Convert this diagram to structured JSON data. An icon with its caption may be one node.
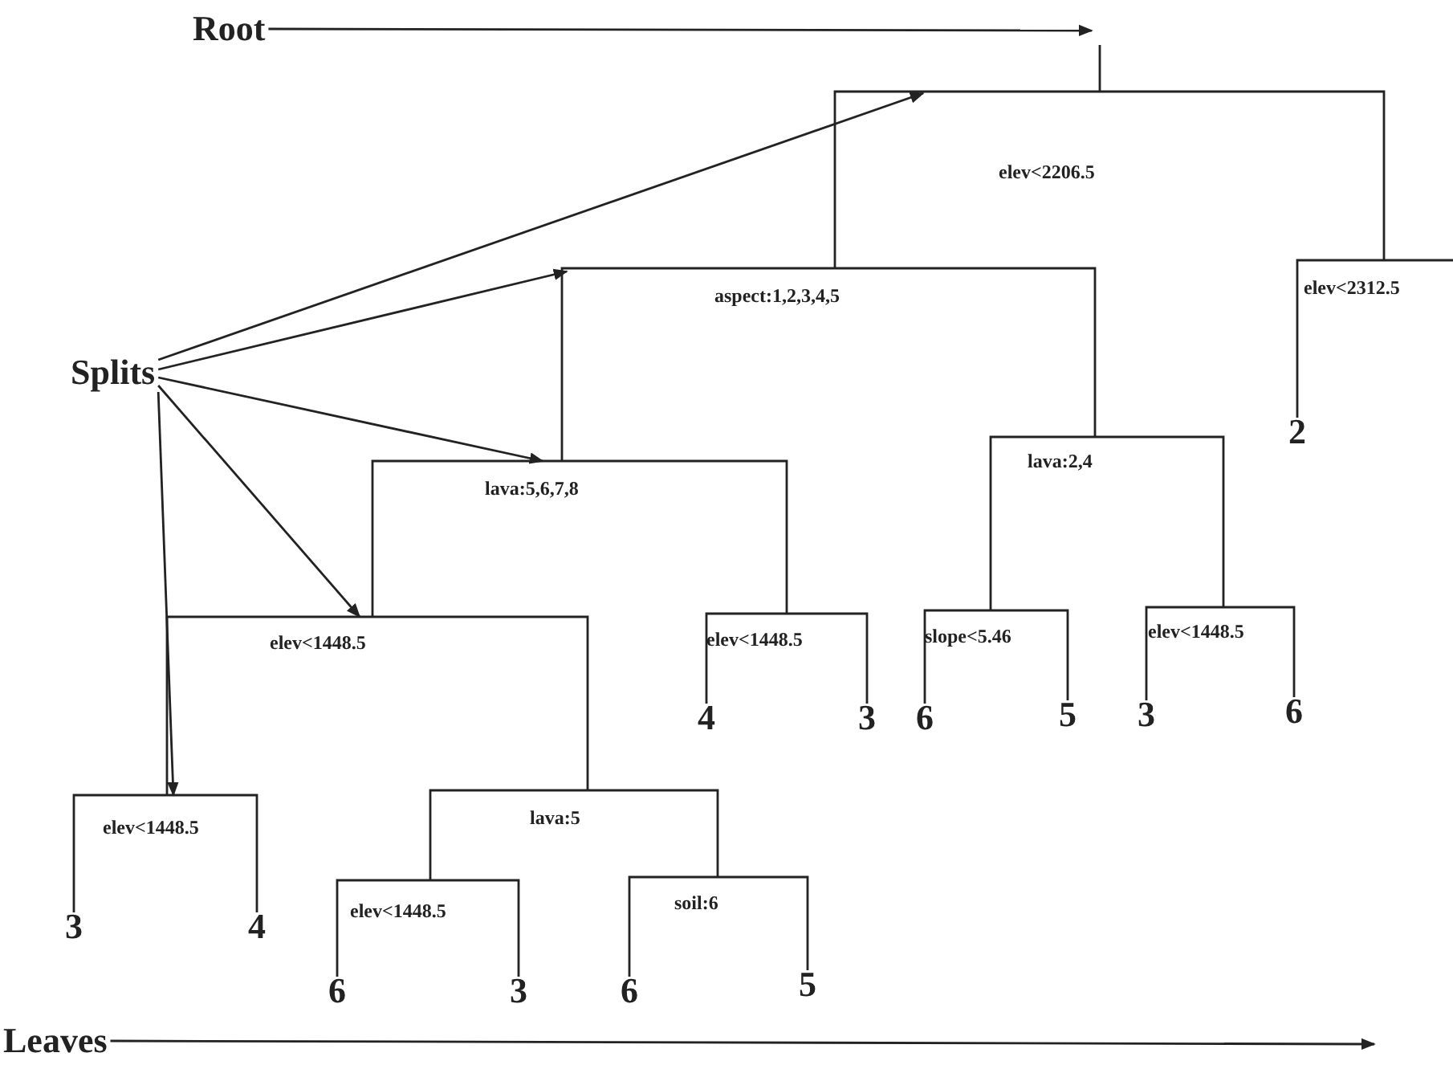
{
  "diagram": {
    "nodes": [
      {
        "text": [
          "Root"
        ]
      },
      {
        "text": [
          "Splits"
        ]
      },
      {
        "text": [
          "elev<2206.5"
        ]
      },
      {
        "text": [
          "aspect:1,2,3,4,5"
        ]
      },
      {
        "text": [
          "elev<2312.5"
        ]
      },
      {
        "text": [
          "2"
        ]
      },
      {
        "text": [
          "lava:5,6,7,8"
        ]
      },
      {
        "text": [
          "lava:2,4"
        ]
      },
      {
        "text": [
          "elev<1448.5"
        ]
      },
      {
        "text": [
          "elev<1448.5"
        ]
      },
      {
        "text": [
          "slope<5.46"
        ]
      },
      {
        "text": [
          "elev<1448.5"
        ]
      },
      {
        "text": [
          "4"
        ]
      },
      {
        "text": [
          "3"
        ]
      },
      {
        "text": [
          "6"
        ]
      },
      {
        "text": [
          "5"
        ]
      },
      {
        "text": [
          "3"
        ]
      },
      {
        "text": [
          "6"
        ]
      },
      {
        "text": [
          "elev<1448.5"
        ]
      },
      {
        "text": [
          "lava:5"
        ]
      },
      {
        "text": [
          "3"
        ]
      },
      {
        "text": [
          "4"
        ]
      },
      {
        "text": [
          "elev<1448.5"
        ]
      },
      {
        "text": [
          "soil:6"
        ]
      },
      {
        "text": [
          "6"
        ]
      },
      {
        "text": [
          "3"
        ]
      },
      {
        "text": [
          "6"
        ]
      },
      {
        "text": [
          "5"
        ]
      },
      {
        "text": [
          "Leaves"
        ]
      }
    ],
    "edges": [
      {
        "from": 0,
        "to": null,
        "arrow": "to"
      },
      {
        "from": 1,
        "to": 2,
        "arrow": "to"
      },
      {
        "from": 1,
        "to": 3,
        "arrow": "to"
      },
      {
        "from": 1,
        "to": 6,
        "arrow": "to"
      },
      {
        "from": 1,
        "to": 8,
        "arrow": "to"
      },
      {
        "from": 1,
        "to": 18,
        "arrow": "to"
      },
      {
        "from": 28,
        "to": null,
        "arrow": "to"
      },
      {
        "from": 2,
        "to": 3,
        "arrow": "none"
      },
      {
        "from": 2,
        "to": 4,
        "arrow": "none"
      },
      {
        "from": 4,
        "to": 5,
        "arrow": "none"
      },
      {
        "from": 4,
        "to": null,
        "arrow": "none"
      },
      {
        "from": 3,
        "to": 6,
        "arrow": "none"
      },
      {
        "from": 3,
        "to": 7,
        "arrow": "none"
      },
      {
        "from": 6,
        "to": 8,
        "arrow": "none"
      },
      {
        "from": 6,
        "to": 9,
        "arrow": "none"
      },
      {
        "from": 9,
        "to": 12,
        "arrow": "none"
      },
      {
        "from": 9,
        "to": 13,
        "arrow": "none"
      },
      {
        "from": 7,
        "to": 10,
        "arrow": "none"
      },
      {
        "from": 7,
        "to": 11,
        "arrow": "none"
      },
      {
        "from": 10,
        "to": 14,
        "arrow": "none"
      },
      {
        "from": 10,
        "to": 15,
        "arrow": "none"
      },
      {
        "from": 11,
        "to": 16,
        "arrow": "none"
      },
      {
        "from": 11,
        "to": 17,
        "arrow": "none"
      },
      {
        "from": 8,
        "to": 18,
        "arrow": "none"
      },
      {
        "from": 8,
        "to": 19,
        "arrow": "none"
      },
      {
        "from": 18,
        "to": 20,
        "arrow": "none"
      },
      {
        "from": 18,
        "to": 21,
        "arrow": "none"
      },
      {
        "from": 19,
        "to": 22,
        "arrow": "none"
      },
      {
        "from": 19,
        "to": 23,
        "arrow": "none"
      },
      {
        "from": 22,
        "to": 24,
        "arrow": "none"
      },
      {
        "from": 22,
        "to": 25,
        "arrow": "none"
      },
      {
        "from": 23,
        "to": 26,
        "arrow": "none"
      },
      {
        "from": 23,
        "to": 27,
        "arrow": "none"
      }
    ]
  }
}
